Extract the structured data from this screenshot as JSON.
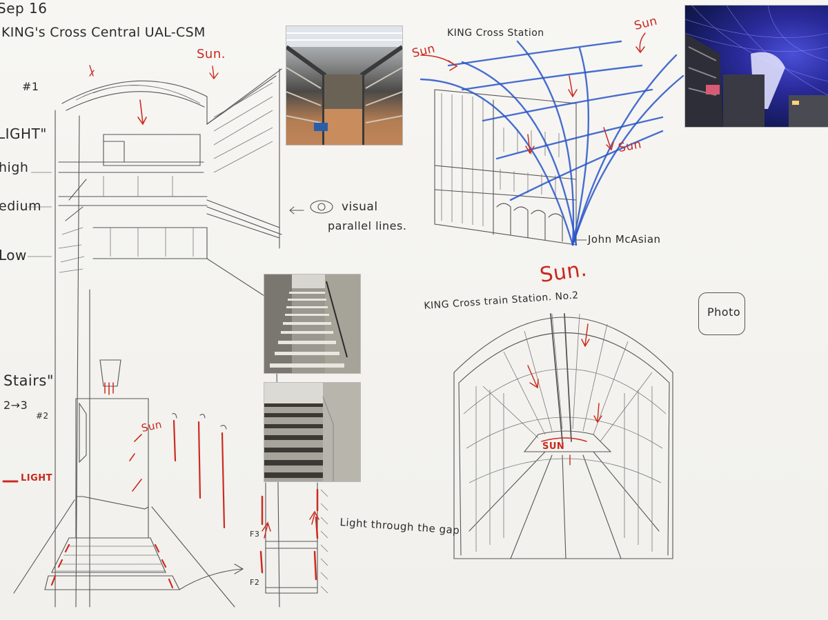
{
  "colors": {
    "pencil": "#555555",
    "red_pen": "#c8281e",
    "blue_pen": "#2855c8",
    "paper": "#f3f2ef"
  },
  "header": {
    "date": "Sep 16",
    "title": "KING's Cross Central UAL-CSM"
  },
  "sketch1": {
    "number": "#1",
    "light_label": "LIGHT\"",
    "levels": [
      "high",
      "edium",
      "Low"
    ],
    "sun": "Sun."
  },
  "visual": {
    "line1": "visual",
    "line2": "parallel lines."
  },
  "station1": {
    "title": "KING Cross Station",
    "sun_labels": [
      "Sun",
      "Sun",
      "Sun"
    ],
    "credit": "John McAsian"
  },
  "station2": {
    "sun_top": "Sun.",
    "title": "KING Cross train Station. No.2",
    "vanishing_label": "SUN"
  },
  "photo_badge": "Photo",
  "stairs": {
    "title": "Stairs\"",
    "sub": "2→3",
    "number": "#2",
    "light": "LIGHT",
    "sun": "Sun",
    "floors": [
      "F3",
      "F2"
    ]
  },
  "gap_note": "Light through the gap"
}
